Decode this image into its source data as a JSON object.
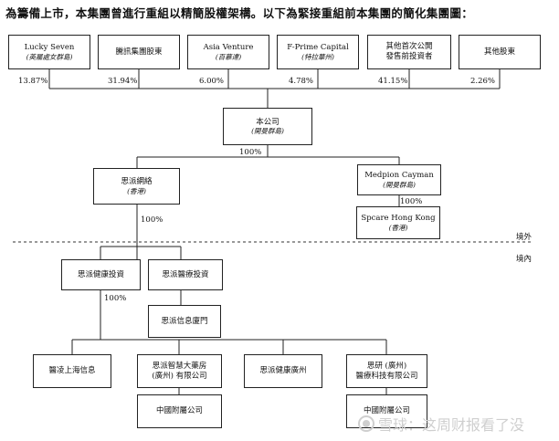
{
  "title": "為籌備上市，本集團曾進行重組以精簡股權架構。以下為緊接重組前本集團的簡化集團圖：",
  "shareholders": [
    {
      "name": "Lucky Seven",
      "sub": "(英屬處女群島)",
      "pct": "13.87%"
    },
    {
      "name": "騰訊集團股東",
      "sub": "",
      "pct": "31.94%"
    },
    {
      "name": "Asia Venture",
      "sub": "(百慕達)",
      "pct": "6.00%"
    },
    {
      "name": "F-Prime Capital",
      "sub": "(特拉華州)",
      "pct": "4.78%"
    },
    {
      "name": "其他首次公開",
      "sub": "發售前投資者",
      "pct": "41.15%"
    },
    {
      "name": "其他股東",
      "sub": "",
      "pct": "2.26%"
    }
  ],
  "company": {
    "name": "本公司",
    "sub": "(開曼群島)",
    "pct": "100%"
  },
  "l2_left": {
    "name": "思派網絡",
    "sub": "(香港)",
    "pct": "100%"
  },
  "l2_right": {
    "name": "Medpion Cayman",
    "sub": "(開曼群島)",
    "pct": "100%"
  },
  "spcare": {
    "name": "Spcare Hong Kong",
    "sub": "(香港)"
  },
  "offshore_label": "境外",
  "onshore_label": "境內",
  "l3_left": {
    "name": "思派健康投資",
    "pct": "100%"
  },
  "l3_right": {
    "name": "思派醫療投資"
  },
  "xinxi": {
    "name": "思派信息廈門"
  },
  "bottom": [
    {
      "name": "醫凌上海信息",
      "sub": ""
    },
    {
      "name": "思派智慧大藥房",
      "sub": "(廣州) 有限公司"
    },
    {
      "name": "思派健康廣州",
      "sub": ""
    },
    {
      "name": "思研 (廣州)",
      "sub": "醫療科技有限公司"
    }
  ],
  "china_affiliates": [
    {
      "name": "中國附屬公司"
    },
    {
      "name": "中國附屬公司"
    }
  ],
  "watermark": "雪球：这周财报看了没"
}
